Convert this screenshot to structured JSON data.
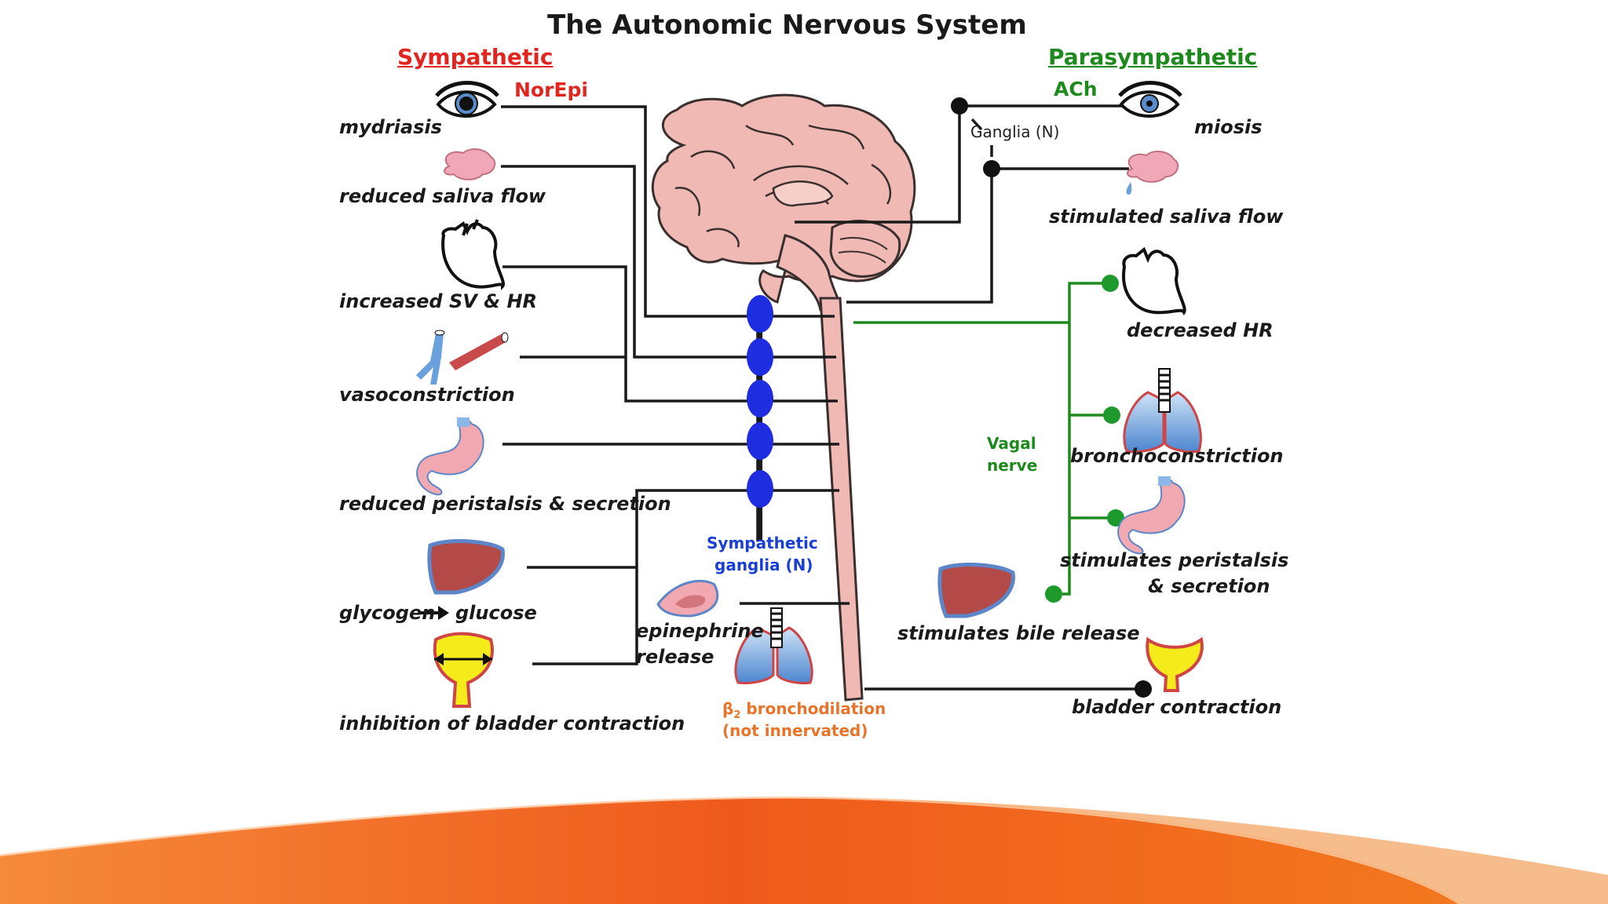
{
  "title": "The Autonomic Nervous System",
  "sympathetic": {
    "heading": "Sympathetic",
    "neurotransmitter": "NorEpi",
    "effects": {
      "eye": "mydriasis",
      "saliva": "reduced saliva flow",
      "heart": "increased SV & HR",
      "vessels": "vasoconstriction",
      "gut": "reduced peristalsis & secretion",
      "liver_a": "glycogen",
      "liver_b": "glucose",
      "bladder": "inhibition of bladder contraction",
      "adrenal_1": "epinephrine",
      "adrenal_2": "release"
    },
    "ganglia_label_1": "Sympathetic",
    "ganglia_label_2": "ganglia (N)",
    "beta_1": "β",
    "beta_sub": "2",
    "beta_2": " bronchodilation",
    "beta_3": "(not innervated)"
  },
  "parasympathetic": {
    "heading": "Parasympathetic",
    "neurotransmitter": "ACh",
    "ganglia_label": "Ganglia (N)",
    "vagal_1": "Vagal",
    "vagal_2": "nerve",
    "effects": {
      "eye": "miosis",
      "saliva": "stimulated saliva flow",
      "heart": "decreased HR",
      "lungs": "bronchoconstriction",
      "gut_1": "stimulates peristalsis",
      "gut_2": "& secretion",
      "liver": "stimulates bile release",
      "bladder": "bladder contraction"
    }
  },
  "colors": {
    "sympathetic": "#e0261f",
    "parasympathetic": "#1e8a1e",
    "ganglia": "#1e2de0",
    "brain": "#f1b9b3",
    "orange_wave": "#f0601f"
  }
}
